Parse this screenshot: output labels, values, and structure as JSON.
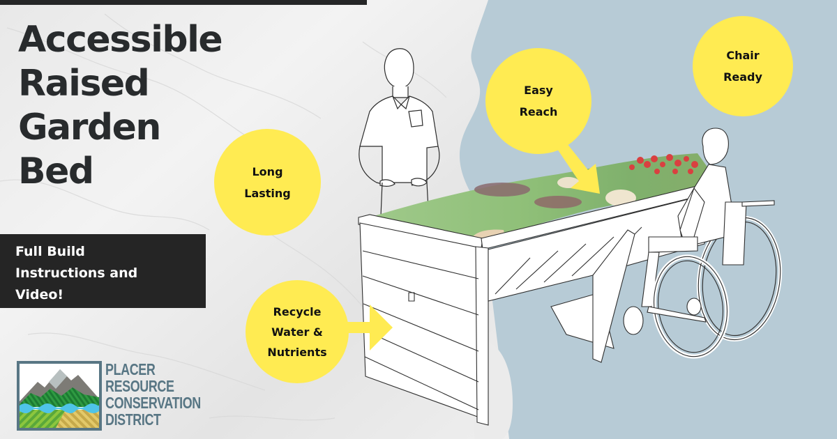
{
  "header": {
    "title_lines": [
      "Accessible",
      "Raised",
      "Garden",
      "Bed"
    ]
  },
  "cta": {
    "lines": [
      "Full Build",
      "Instructions and",
      "Video!"
    ]
  },
  "features": [
    {
      "id": "long-lasting",
      "lines": [
        "Long",
        "Lasting"
      ]
    },
    {
      "id": "recycle",
      "lines": [
        "Recycle",
        "Water &",
        "Nutrients"
      ]
    },
    {
      "id": "easy-reach",
      "lines": [
        "Easy",
        "Reach"
      ]
    },
    {
      "id": "chair-ready",
      "lines": [
        "Chair",
        "Ready"
      ]
    }
  ],
  "illustration": {
    "subjects": [
      "standing-person",
      "raised-garden-bed",
      "person-in-wheelchair"
    ]
  },
  "logo": {
    "lines": [
      "PLACER",
      "RESOURCE",
      "CONSERVATION",
      "DISTRICT"
    ]
  },
  "colors": {
    "accent_yellow": "#ffeb52",
    "dark": "#252525",
    "title_text": "#282b2d",
    "sky_blue": "#b7cbd6",
    "marble": "#ececec",
    "logo_slate": "#587684"
  }
}
